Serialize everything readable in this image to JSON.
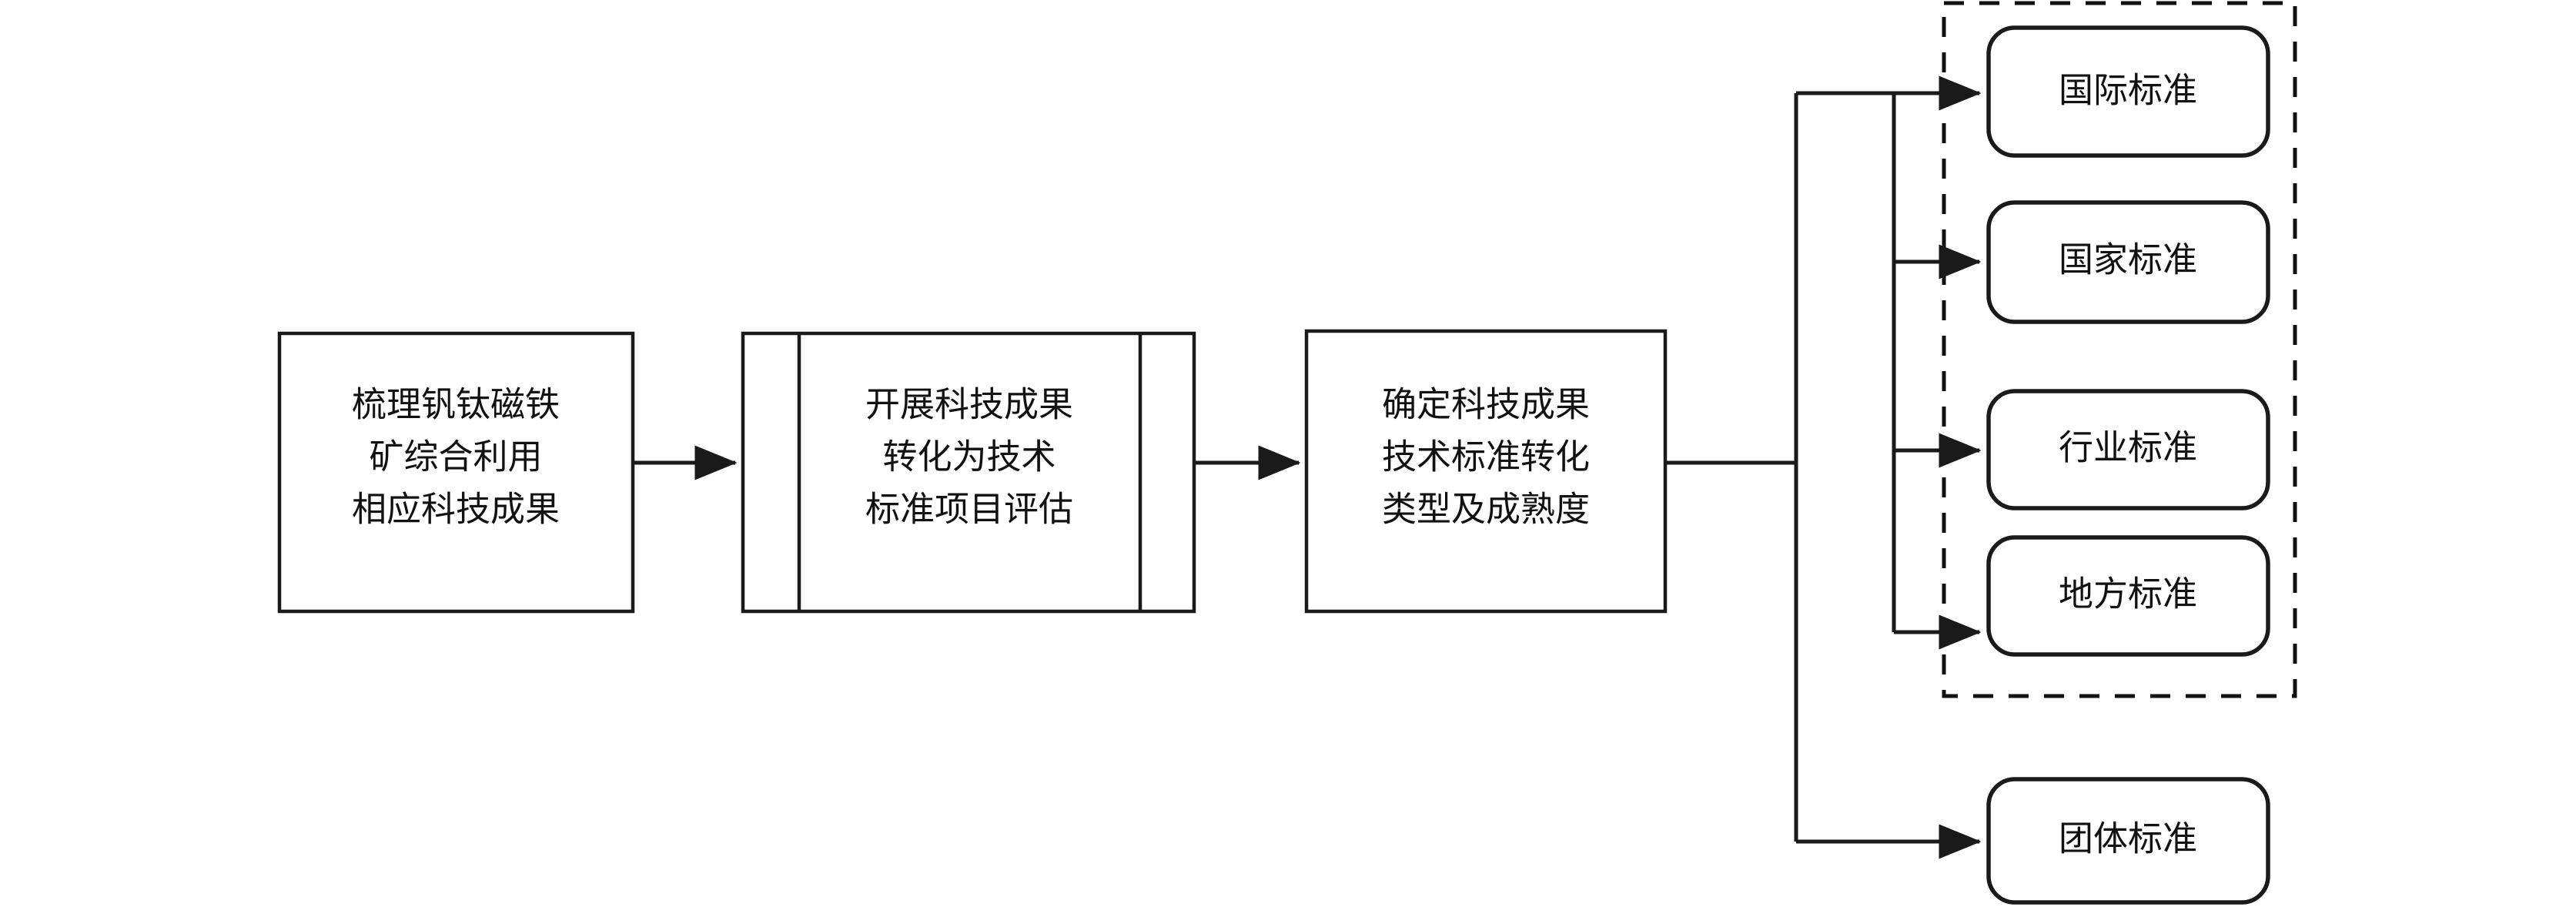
{
  "diagram": {
    "title_text": "",
    "colors": {
      "stroke": "#1a1a1a",
      "background": "#ffffff",
      "dashed_group_stroke": "#111111"
    },
    "process_nodes": [
      {
        "id": "step-1",
        "shape": "rectangle",
        "lines": [
          "梳理钒钛磁铁",
          "矿综合利用",
          "相应科技成果"
        ]
      },
      {
        "id": "step-2",
        "shape": "predefined-process",
        "lines": [
          "开展科技成果",
          "转化为技术",
          "标准项目评估"
        ]
      },
      {
        "id": "step-3",
        "shape": "rectangle",
        "lines": [
          "确定科技成果",
          "技术标准转化",
          "类型及成熟度"
        ]
      }
    ],
    "outcome_group": {
      "border_style": "dashed",
      "items": [
        {
          "id": "outcome-international",
          "label": "国际标准"
        },
        {
          "id": "outcome-national",
          "label": "国家标准"
        },
        {
          "id": "outcome-industry",
          "label": "行业标准"
        },
        {
          "id": "outcome-local",
          "label": "地方标准"
        }
      ]
    },
    "outcome_outside": [
      {
        "id": "outcome-group-standard",
        "label": "团体标准"
      }
    ],
    "connectors": [
      {
        "id": "arrow-step1-step2",
        "from": "step-1",
        "to": "step-2",
        "type": "arrow"
      },
      {
        "id": "arrow-step2-step3",
        "from": "step-2",
        "to": "step-3",
        "type": "arrow"
      },
      {
        "id": "line-step3-bus",
        "from": "step-3",
        "to": "bus",
        "type": "line"
      },
      {
        "id": "arrow-bus-international",
        "from": "bus",
        "to": "outcome-international",
        "type": "arrow"
      },
      {
        "id": "arrow-bus-national",
        "from": "bus",
        "to": "outcome-national",
        "type": "arrow"
      },
      {
        "id": "arrow-bus-industry",
        "from": "bus",
        "to": "outcome-industry",
        "type": "arrow"
      },
      {
        "id": "arrow-bus-local",
        "from": "bus",
        "to": "outcome-local",
        "type": "arrow"
      },
      {
        "id": "arrow-bus-group",
        "from": "bus",
        "to": "outcome-group-standard",
        "type": "arrow"
      }
    ]
  }
}
